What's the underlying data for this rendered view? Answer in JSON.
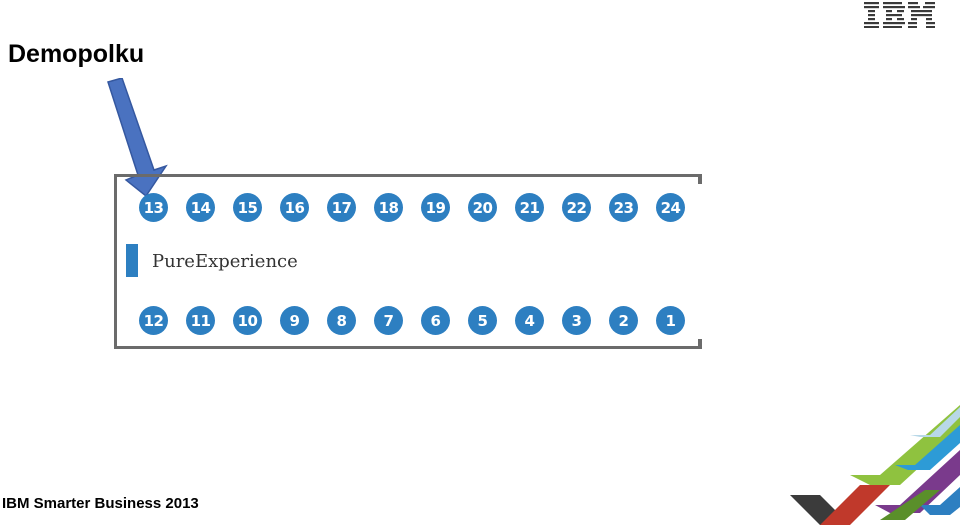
{
  "header": {
    "title": "Demopolku",
    "logo_text": "IBM"
  },
  "footer": {
    "text": "IBM Smarter Business 2013"
  },
  "booth": {
    "brand": "PureExperience",
    "top_row": [
      "13",
      "14",
      "15",
      "16",
      "17",
      "18",
      "19",
      "20",
      "21",
      "22",
      "23",
      "24"
    ],
    "bottom_row": [
      "12",
      "11",
      "10",
      "9",
      "8",
      "7",
      "6",
      "5",
      "4",
      "3",
      "2",
      "1"
    ]
  },
  "colors": {
    "seat": "#2d7fc1",
    "arrow": "#4a72c0",
    "frame": "#6b6b6b"
  },
  "icons": {
    "pointer": "arrow-down-icon",
    "logo": "ibm-logo-icon",
    "decor": "stripes-decor-icon"
  }
}
